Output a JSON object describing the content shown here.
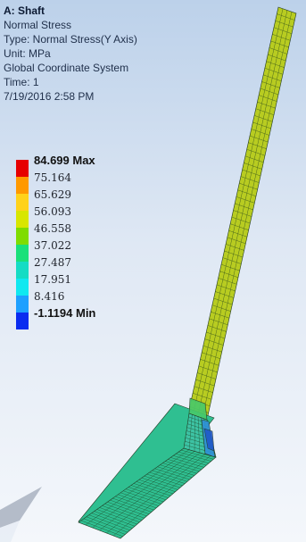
{
  "info": {
    "title": "A: Shaft",
    "result_type": "Normal Stress",
    "type_line": "Type: Normal Stress(Y Axis)",
    "unit_line": "Unit: MPa",
    "coord_system": "Global Coordinate System",
    "time_line": "Time: 1",
    "timestamp": "7/19/2016 2:58 PM"
  },
  "legend": {
    "max_value": "84.699",
    "max_suffix": "Max",
    "min_value": "-1.1194",
    "min_suffix": "Min",
    "levels": [
      "75.164",
      "65.629",
      "56.093",
      "46.558",
      "37.022",
      "27.487",
      "17.951",
      "8.416"
    ],
    "colors": [
      "#e60000",
      "#ff9900",
      "#ffd21a",
      "#d8e600",
      "#7fdc00",
      "#19e07a",
      "#15dcc4",
      "#10e8f0",
      "#1ea0ff",
      "#0a2cf0"
    ]
  },
  "model": {
    "upper_shaft_color": "#b8cc21",
    "lower_shaft_color": "#2fbf91",
    "fillet_color": "#2f8fd8",
    "mesh_color": "#1a3a1a"
  }
}
